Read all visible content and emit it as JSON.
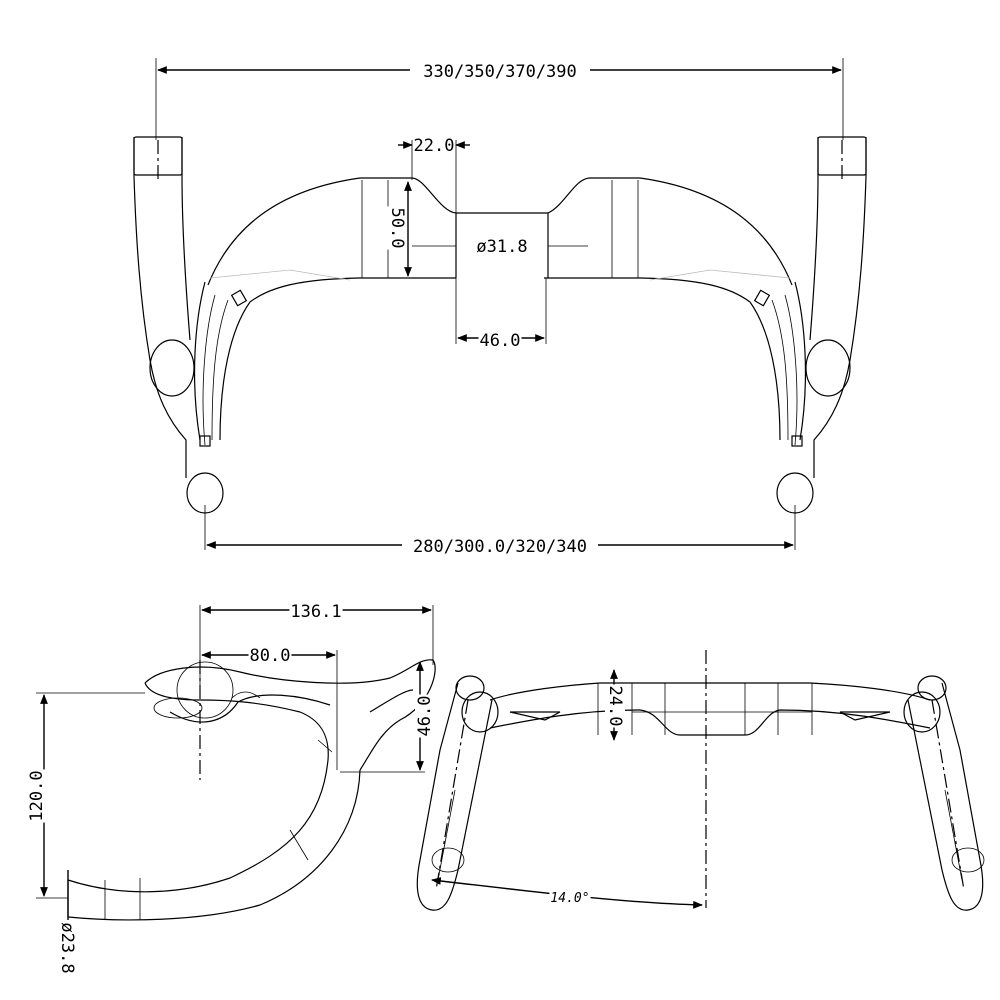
{
  "front_view": {
    "outer_width_label": "330/350/370/390",
    "clamp_width_label": "22.0",
    "rise_label": "50.0",
    "clamp_diameter_label": "ø31.8",
    "clamp_section_label": "46.0",
    "drop_width_label": "280/300.0/320/340"
  },
  "side_view": {
    "reach_label": "136.1",
    "top_label": "80.0",
    "rise_label": "46.0",
    "drop_label": "120.0",
    "end_diameter_label": "ø23.8"
  },
  "rear_view": {
    "thickness_label": "24.0",
    "flare_angle_label": "14.0°"
  }
}
